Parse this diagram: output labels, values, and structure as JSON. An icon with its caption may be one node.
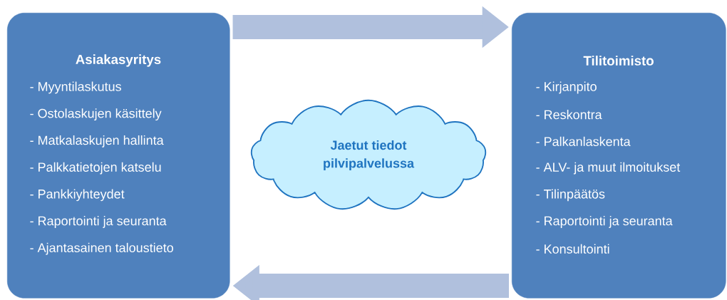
{
  "diagram": {
    "nodes": [
      {
        "text": [
          "Asiakasyritys",
          "- Myyntilaskutus",
          "- Ostolaskujen käsittely",
          "- Matkalaskujen hallinta",
          "- Palkkatietojen katselu",
          "- Pankkiyhteydet",
          "- Raportointi ja seuranta",
          "- Ajantasainen taloustieto"
        ]
      },
      {
        "text": [
          "Jaetut tiedot pilvipalvelussa"
        ]
      },
      {
        "text": [
          "Tilitoimisto",
          "- Kirjanpito",
          "- Reskontra",
          "- Palkanlaskenta",
          "- ALV- ja muut ilmoitukset",
          "- Tilinpäätös",
          "- Raportointi ja seuranta",
          "- Konsultointi"
        ]
      }
    ],
    "edges": [
      {
        "from": 0,
        "to": 2,
        "arrow": "to"
      },
      {
        "from": 2,
        "to": 0,
        "arrow": "to"
      }
    ]
  }
}
